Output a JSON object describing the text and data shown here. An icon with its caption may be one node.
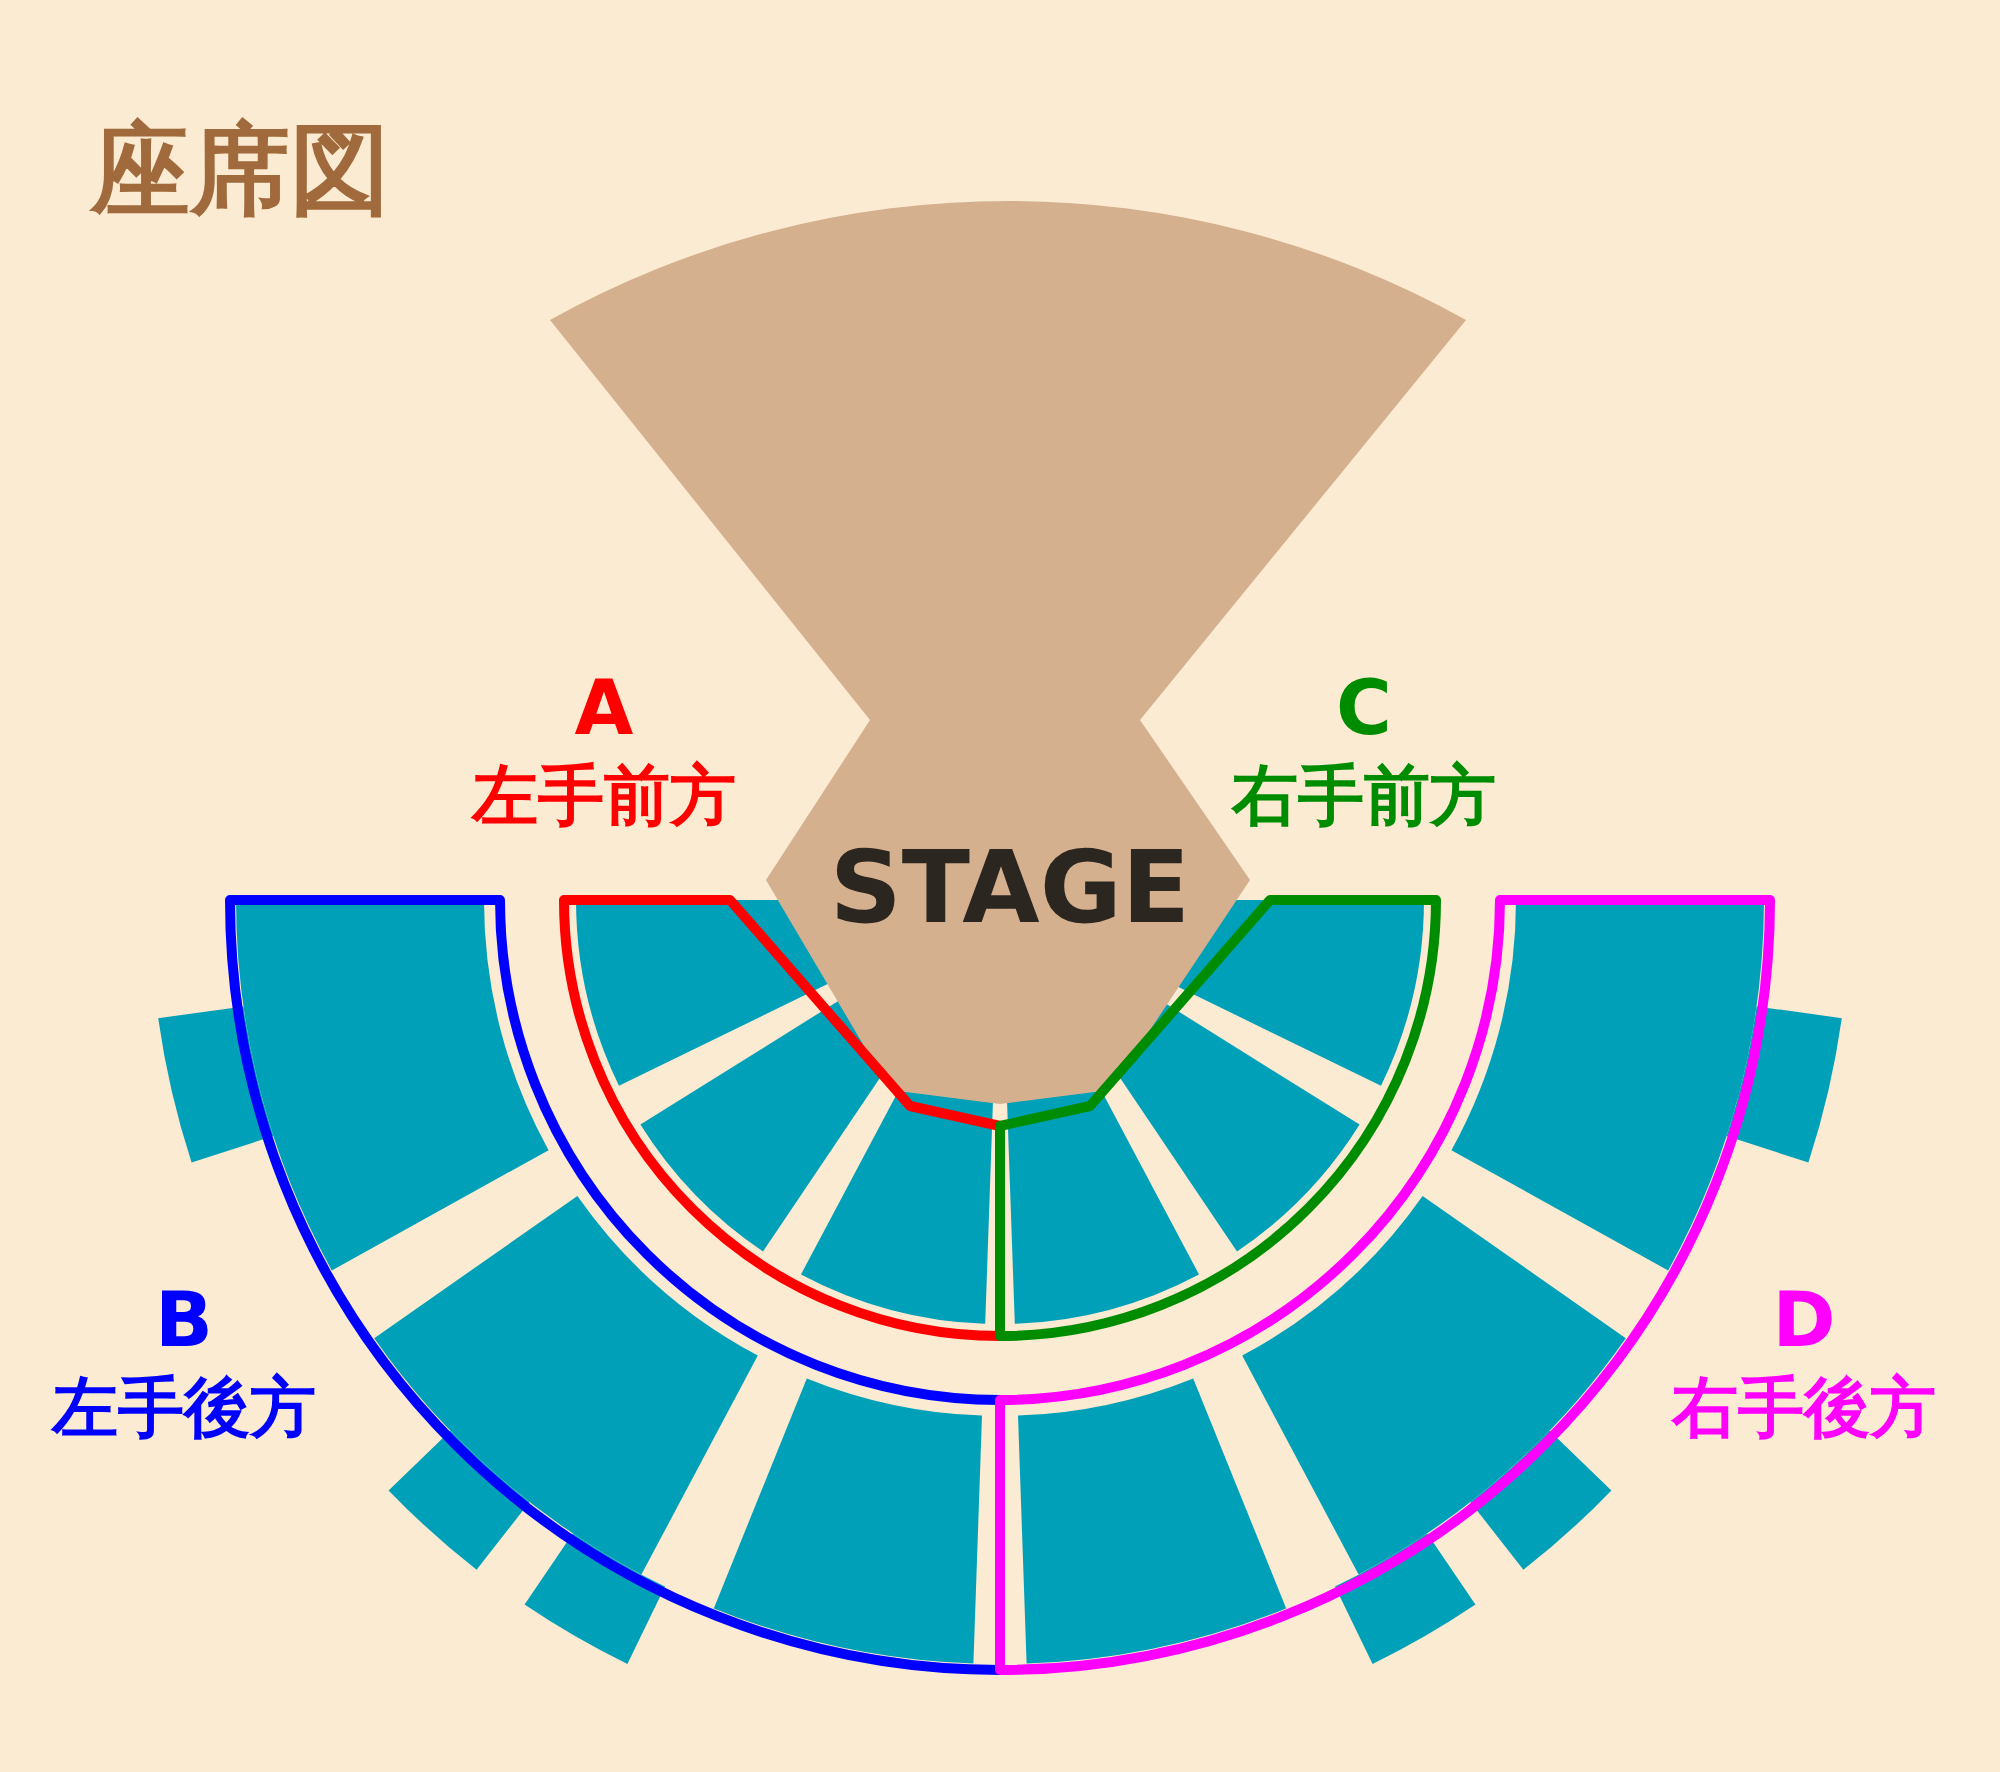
{
  "diagram": {
    "title": "座席図",
    "nodes": [
      {
        "text": [
          "STAGE"
        ]
      },
      {
        "text": [
          "A",
          "左手前方"
        ]
      },
      {
        "text": [
          "C",
          "右手前方"
        ]
      },
      {
        "text": [
          "B",
          "左手後方"
        ]
      },
      {
        "text": [
          "D",
          "右手後方"
        ]
      }
    ]
  }
}
